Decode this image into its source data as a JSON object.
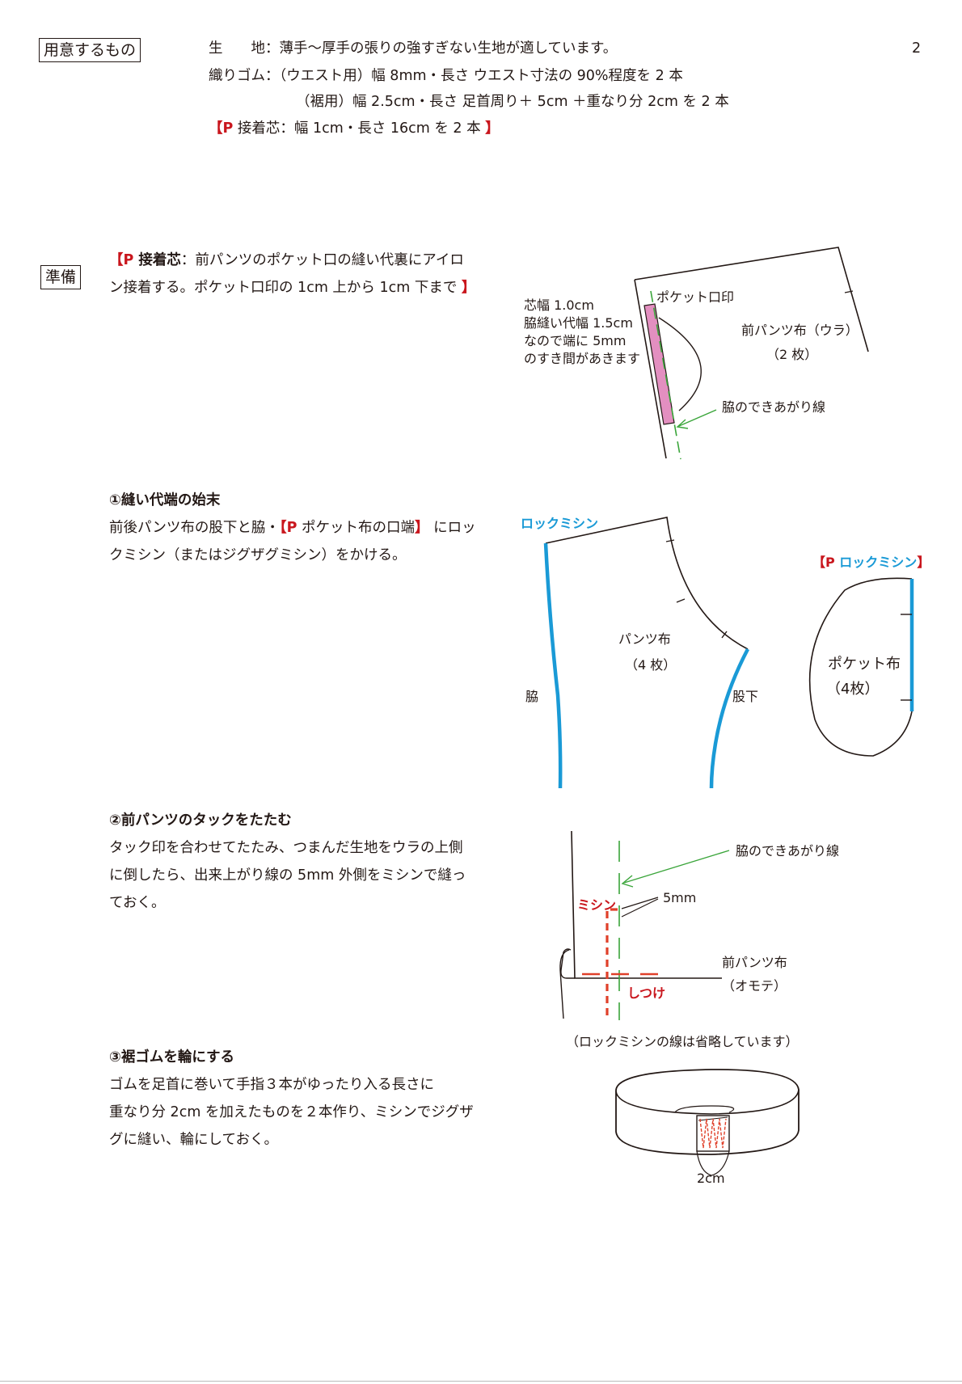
{
  "page_number": "2",
  "materials": {
    "heading": "用意するもの",
    "fabric_label": "生　　地",
    "fabric_text": "：薄手〜厚手の張りの強すぎない生地が適しています。",
    "elastic_label": "織りゴム",
    "elastic_waist": "：（ウエスト用）幅 8mm・長さ ウエスト寸法の 90%程度を 2 本",
    "elastic_hem": "（裾用）幅 2.5cm・長さ 足首周り＋ 5cm ＋重なり分 2cm を 2 本",
    "interfacing_open": "【P",
    "interfacing_text": " 接着芯：幅 1cm・長さ 16cm を 2 本 ",
    "interfacing_close": "】"
  },
  "prep": {
    "heading": "準備",
    "bracket_open": "【P",
    "term": " 接着芯",
    "line1_rest": "：前パンツのポケット口の縫い代裏にアイロ",
    "line2": "ン接着する。ポケット口印の 1cm 上から 1cm 下まで ",
    "bracket_close": "】",
    "diagram": {
      "pocket_mark": "ポケット口印",
      "note_1": "芯幅 1.0cm",
      "note_2": "脇縫い代幅 1.5cm",
      "note_3": "なので端に 5mm",
      "note_4": "のすき間があきます",
      "piece_name": "前パンツ布（ウラ）",
      "piece_count": "（2 枚）",
      "side_line": "脇のできあがり線"
    }
  },
  "step1": {
    "heading": "①縫い代端の始末",
    "line1_a": "前後パンツ布の股下と脇・",
    "line1_open": "【P",
    "line1_b": " ポケット布の口端",
    "line1_close": "】",
    "line1_c": " にロッ",
    "line2": "クミシン（またはジグザグミシン）をかける。",
    "diagram": {
      "overlock": "ロックミシン",
      "pants": "パンツ布",
      "pants_count": "（4 枚）",
      "side": "脇",
      "inseam": "股下",
      "pocket_bracket_open": "【P",
      "pocket_overlock": " ロックミシン",
      "pocket_bracket_close": "】",
      "pocket": "ポケット布",
      "pocket_count": "（4枚）"
    }
  },
  "step2": {
    "heading": "②前パンツのタックをたたむ",
    "line1": "タック印を合わせてたたみ、つまんだ生地をウラの上側",
    "line2": "に倒したら、出来上がり線の 5mm 外側をミシンで縫っ",
    "line3": "ておく。",
    "diagram": {
      "side_line": "脇のできあがり線",
      "sewing": "ミシン",
      "gap": "5mm",
      "front": "前パンツ布",
      "front_side": "（オモテ）",
      "basting": "しつけ",
      "note": "（ロックミシンの線は省略しています）"
    }
  },
  "step3": {
    "heading": "③裾ゴムを輪にする",
    "line1": "ゴムを足首に巻いて手指３本がゆったり入る長さに",
    "line2": "重なり分 2cm を加えたものを２本作り、ミシンでジグザ",
    "line3": "グに縫い、輪にしておく。",
    "diagram": {
      "overlap": "2cm"
    }
  },
  "colors": {
    "accent_red": "#c9161d",
    "overlock_blue": "#1a9ad6",
    "guide_green": "#3aa53a",
    "interfacing_pink": "#e38fc0",
    "basting_red": "#e0402a"
  }
}
